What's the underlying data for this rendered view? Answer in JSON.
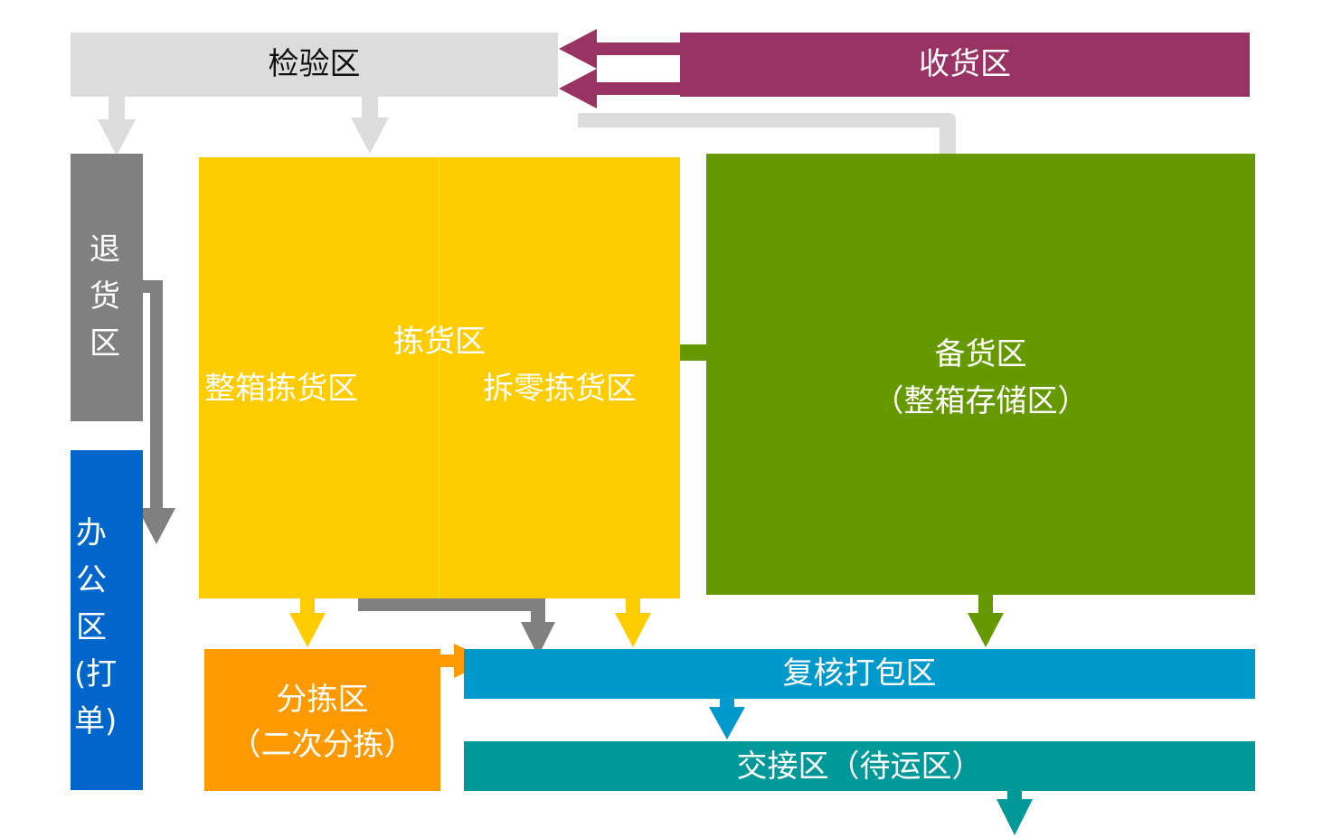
{
  "zones": {
    "inspection": {
      "label": "检验区",
      "color": "#dcdcdc"
    },
    "receiving": {
      "label": "收货区",
      "color": "#983364"
    },
    "returns": {
      "label": "退货区",
      "color": "#808080"
    },
    "office": {
      "line1": "办公区",
      "line2": "(打单)",
      "color": "#0066cc"
    },
    "picking": {
      "label": "拣货区",
      "full_case_label": "整箱拣货区",
      "split_case_label": "拆零拣货区",
      "color": "#ffcc00"
    },
    "reserve": {
      "line1": "备货区",
      "line2": "（整箱存储区）",
      "color": "#669900"
    },
    "sorting": {
      "line1": "分拣区",
      "line2": "（二次分拣）",
      "color": "#ff9900"
    },
    "check_pack": {
      "label": "复核打包区",
      "color": "#0099cc"
    },
    "handover": {
      "label": "交接区（待运区）",
      "color": "#009999"
    }
  },
  "colors": {
    "arrow_light": "#dcdcdc",
    "arrow_purple": "#983364",
    "arrow_gray": "#808080",
    "arrow_yellow": "#ffcc00",
    "arrow_green": "#669900",
    "arrow_orange": "#ff9900",
    "arrow_blue": "#0099cc",
    "arrow_teal": "#009999"
  }
}
